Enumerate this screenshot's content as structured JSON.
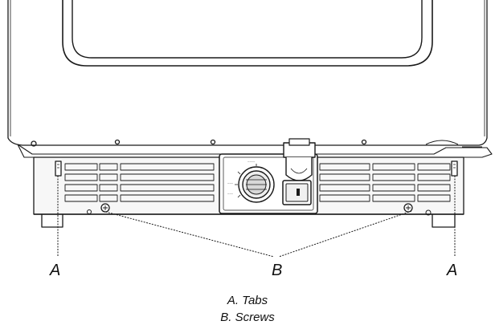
{
  "callouts": {
    "left_tab_letter": "A",
    "screws_letter": "B",
    "right_tab_letter": "A"
  },
  "legend": [
    {
      "text": "A. Tabs"
    },
    {
      "text": "B. Screws"
    }
  ],
  "colors": {
    "line": "#1a1a1a",
    "grille_fill": "#f4f4f4",
    "background": "#ffffff"
  }
}
